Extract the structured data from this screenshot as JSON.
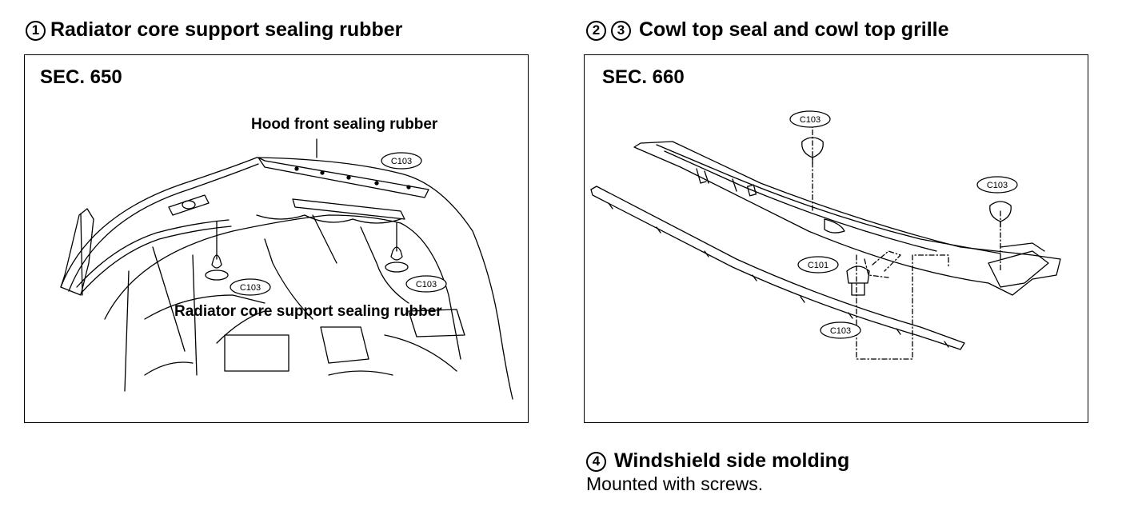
{
  "section1": {
    "number": "1",
    "title": "Radiator core support sealing rubber",
    "sec_label": "SEC. 650",
    "callouts": {
      "hood_front": "Hood front sealing rubber",
      "radiator_core": "Radiator core support sealing rubber"
    },
    "clip_tags": [
      "C103",
      "C103",
      "C103"
    ]
  },
  "section2": {
    "numbers": [
      "2",
      "3"
    ],
    "title": "Cowl top seal and cowl top grille",
    "sec_label": "SEC. 660",
    "clip_tags": [
      "C103",
      "C103",
      "C101",
      "C103"
    ]
  },
  "section4": {
    "number": "4",
    "title": "Windshield side molding",
    "note": "Mounted with screws."
  }
}
